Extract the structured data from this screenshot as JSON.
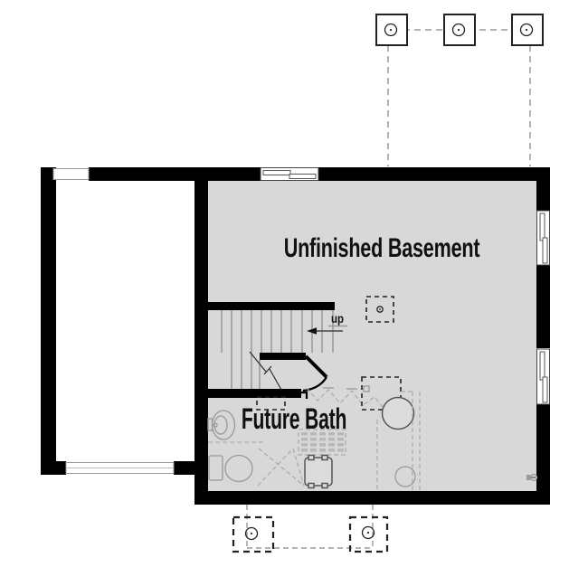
{
  "plan": {
    "rooms": [
      {
        "name": "Unfinished Basement"
      },
      {
        "name": "Future Bath"
      }
    ],
    "stairs": {
      "direction_label": "up"
    }
  },
  "colors": {
    "background": "#ffffff",
    "wall": "#000000",
    "floor": "#d8d8d8",
    "fixture": "#999999",
    "guide": "#888888",
    "text": "#111111"
  }
}
